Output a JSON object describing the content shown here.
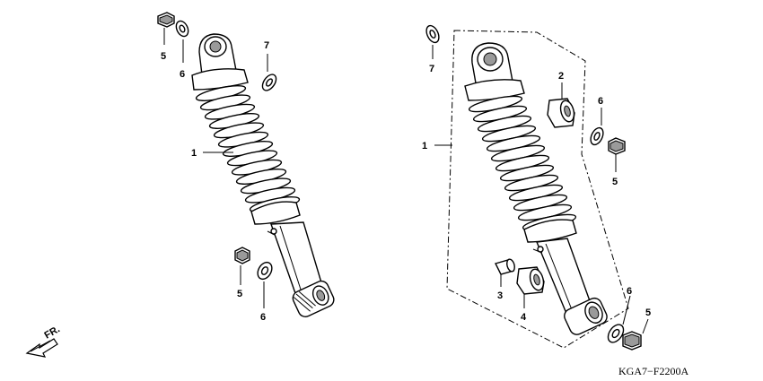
{
  "callouts": {
    "left_1": "1",
    "left_5_top": "5",
    "left_6_top": "6",
    "left_7": "7",
    "left_5_bottom": "5",
    "left_6_bottom": "6",
    "right_1": "1",
    "right_2": "2",
    "right_3": "3",
    "right_4": "4",
    "right_5_mid": "5",
    "right_6_mid": "6",
    "right_5_bottom": "5",
    "right_6_bottom": "6",
    "right_7": "7"
  },
  "front_marker": "FR.",
  "diagram_code": "KGA7−F2200A"
}
